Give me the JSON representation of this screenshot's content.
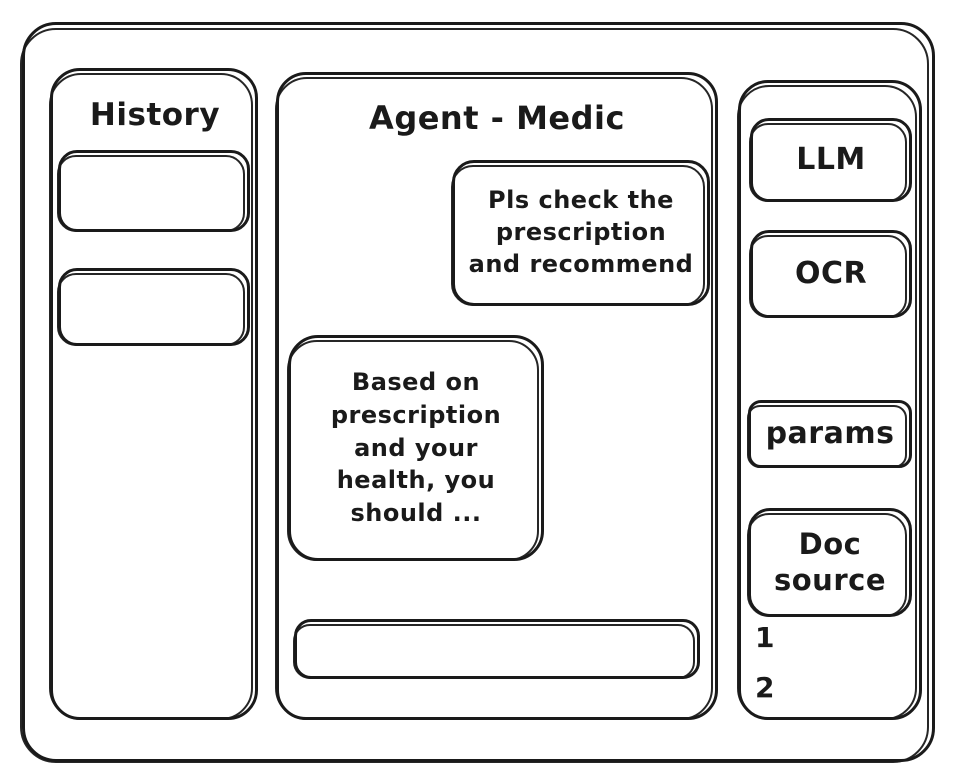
{
  "window": {
    "frame_label": "app-window"
  },
  "sidebar": {
    "title": "History",
    "items": [
      {
        "label": ""
      },
      {
        "label": ""
      }
    ]
  },
  "main": {
    "title": "Agent - Medic",
    "messages": [
      {
        "role": "user",
        "text": "Pls check the\nprescription\nand recommend"
      },
      {
        "role": "agent",
        "text": "Based on\nprescription\nand your\nhealth, you\nshould ..."
      }
    ],
    "composer": {
      "value": "",
      "placeholder": ""
    }
  },
  "tools": {
    "buttons": [
      {
        "label": "LLM"
      },
      {
        "label": "OCR"
      },
      {
        "label": "params"
      },
      {
        "label": "Doc\nsource"
      }
    ],
    "doc_sources": [
      {
        "label": "1"
      },
      {
        "label": "2"
      }
    ]
  },
  "colors": {
    "ink": "#1a1a1a",
    "paper": "#ffffff"
  }
}
